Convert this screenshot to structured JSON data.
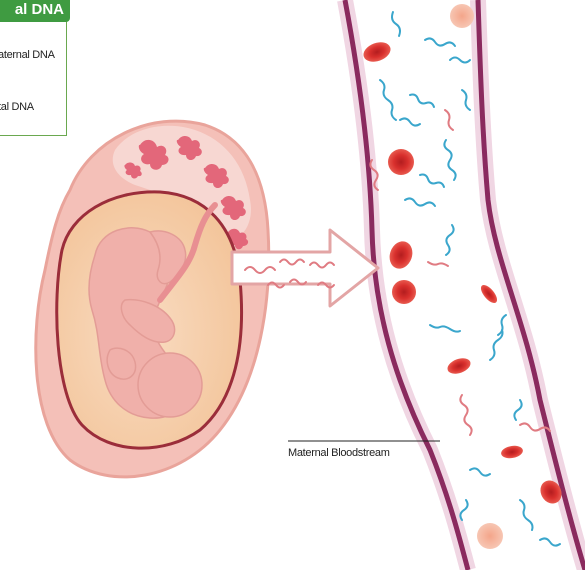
{
  "legend": {
    "title": "al DNA",
    "maternal_label": "aternal DNA",
    "fetal_label": "tal DNA"
  },
  "callout": {
    "maternal_bloodstream": "Maternal Bloodstream"
  },
  "colors": {
    "vessel_wall": "#8a2a5e",
    "vessel_interior": "#ffffff",
    "uterus_outer": "#f2b8b0",
    "uterus_inner": "#f6d3a6",
    "placenta": "#e3677a",
    "fetus": "#f0b4ad",
    "red_cell": "#d9302d",
    "maternal_dna": "#3aa6cc",
    "fetal_dna": "#e07b82",
    "legend_green": "#3f9b41"
  },
  "icons": [
    "dna-helix-icon",
    "red-blood-cell-icon",
    "arrow-right-icon"
  ]
}
